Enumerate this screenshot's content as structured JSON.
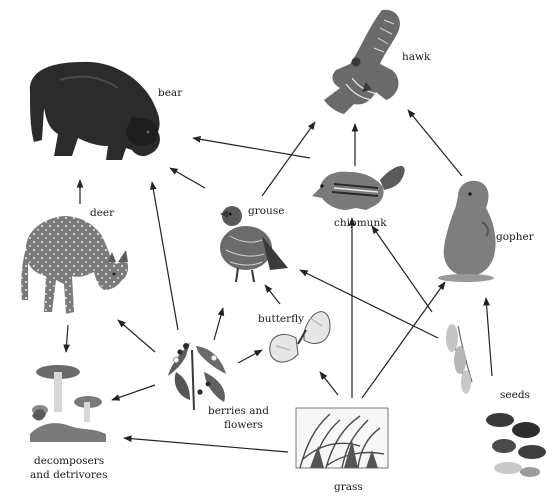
{
  "diagram": {
    "type": "food-web",
    "nodes": {
      "hawk": {
        "label": "hawk"
      },
      "bear": {
        "label": "bear"
      },
      "deer": {
        "label": "deer"
      },
      "grouse": {
        "label": "grouse"
      },
      "chipmunk": {
        "label": "chipmunk"
      },
      "gopher": {
        "label": "gopher"
      },
      "butterfly": {
        "label": "butterfly"
      },
      "berries": {
        "label_line1": "berries and",
        "label_line2": "flowers"
      },
      "seeds": {
        "label": "seeds"
      },
      "grass": {
        "label": "grass"
      },
      "decomposers": {
        "label_line1": "decomposers",
        "label_line2": "and detrivores"
      }
    },
    "edges": [
      {
        "from": "deer",
        "to": "bear"
      },
      {
        "from": "berries",
        "to": "bear"
      },
      {
        "from": "grouse",
        "to": "bear"
      },
      {
        "from": "chipmunk",
        "to": "bear"
      },
      {
        "from": "grouse",
        "to": "hawk"
      },
      {
        "from": "chipmunk",
        "to": "hawk"
      },
      {
        "from": "gopher",
        "to": "hawk"
      },
      {
        "from": "deer",
        "to": "decomposers"
      },
      {
        "from": "berries",
        "to": "deer"
      },
      {
        "from": "berries",
        "to": "grouse"
      },
      {
        "from": "berries",
        "to": "butterfly"
      },
      {
        "from": "berries",
        "to": "decomposers"
      },
      {
        "from": "butterfly",
        "to": "grouse"
      },
      {
        "from": "grass",
        "to": "butterfly"
      },
      {
        "from": "grass",
        "to": "chipmunk"
      },
      {
        "from": "grass",
        "to": "gopher"
      },
      {
        "from": "grass",
        "to": "decomposers"
      },
      {
        "from": "seeds",
        "to": "grouse"
      },
      {
        "from": "seeds",
        "to": "chipmunk"
      },
      {
        "from": "seeds",
        "to": "gopher"
      }
    ]
  }
}
